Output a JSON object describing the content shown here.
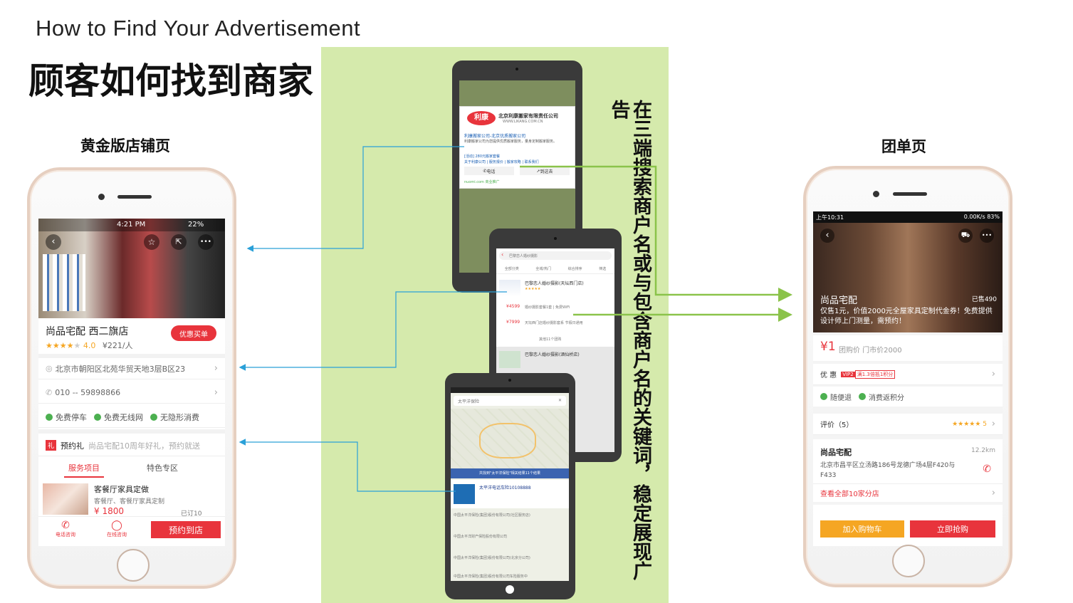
{
  "header": {
    "title_en": "How to Find Your Advertisement",
    "title_cn": "顾客如何找到商家"
  },
  "labels": {
    "left": "黄金版店铺页",
    "right": "团单页",
    "vertical": "在三端搜索商户名或与包含商户名的关键词，稳定展现广告"
  },
  "left_phone": {
    "status_time": "4:21 PM",
    "status_battery": "22%",
    "shop_name": "尚品宅配 西二旗店",
    "promo_button": "优惠买单",
    "rating": "4.0",
    "price": "¥221/人",
    "address": "北京市朝阳区北苑华贸天地3层B区23",
    "phone": "010 -- 59898866",
    "features": [
      "免费停车",
      "免费无线网",
      "无隐形消费"
    ],
    "gift_label": "预约礼",
    "gift_text": "尚品宅配10周年好礼，预约就送",
    "tabs": [
      "服务项目",
      "特色专区"
    ],
    "item_title": "客餐厅家具定做",
    "item_sub": "客餐厅、客餐厅家具定制",
    "item_price": "¥ 1800",
    "item_sold": "已订10",
    "bottom": {
      "call": "电话咨询",
      "chat": "在线咨询",
      "book": "预约到店"
    }
  },
  "tablet_top": {
    "company": "北京利康搬家有限责任公司",
    "company_url": "WWW.LIKANG.COM.CN",
    "headline": "利康搬家公司-北京优质搬家公司",
    "desc": "利康搬家公司为您提供优质搬家服务，量身定制搬家服务。",
    "promo": "[活动] 280元搬家套餐",
    "links": "关于利康公司 | 服务报价 | 搬家攻略 | 联系我们",
    "btn_call": "电话",
    "btn_go": "到这去",
    "footer": "nuomi.com 商业推广"
  },
  "tablet_mid": {
    "search": "巴黎恋人婚纱摄影",
    "filters": [
      "全部分类",
      "全城/热门",
      "综合排序",
      "筛选"
    ],
    "result1": "巴黎恋人婚纱摄影(天坛西门店)",
    "price1": "¥4599",
    "desc1": "婚纱摄影套餐1套 | 免费WiFi",
    "price2": "¥7999",
    "desc2": "天坛西门店婚纱摄影套系 节假日通用",
    "more": "其他11个团购",
    "result2": "巴黎恋人婚纱摄影(酒仙桥店)"
  },
  "tablet_bottom": {
    "search": "太平洋保险",
    "banner": "共找到\"太平洋保险\"相关结果11个结果",
    "ad_title": "太平洋电话车险10108888",
    "results": [
      "中国太平洋保险(集团)股份有限公司(社区服务店)",
      "中国太平洋财产保险股份有限公司",
      "中国太平洋保险(集团)股份有限公司(北京分公司)",
      "中国太平洋保险(集团)股份有限公司车险服务中"
    ]
  },
  "right_phone": {
    "status_time": "上午10:31",
    "status_right": "0.00K/s 83%",
    "deal_title": "尚品宅配",
    "sold": "已售490",
    "deal_desc": "仅售1元，价值2000元全屋家具定制代金券！免费提供设计师上门测量，需预约！",
    "price": "¥1",
    "price_note": "团购价 门市价2000",
    "discount_label": "优 惠",
    "discount_tag": "VIP2",
    "discount_note": "满1.3倍抵1积分",
    "features": [
      "随便退",
      "消费返积分"
    ],
    "review_label": "评价（5）",
    "review_score": "5",
    "merchant": "尚品宅配",
    "distance": "12.2km",
    "address": "北京市昌平区立汤路186号龙德广场4层F420与F433",
    "all_stores": "查看全部10家分店",
    "cart": "加入购物车",
    "buy": "立即抢购"
  },
  "colors": {
    "accent_red": "#e8343c",
    "green_bg": "#d5eaac",
    "blue_line": "#2aa0d8",
    "green_line": "#8bc34a",
    "orange": "#f5a623"
  }
}
